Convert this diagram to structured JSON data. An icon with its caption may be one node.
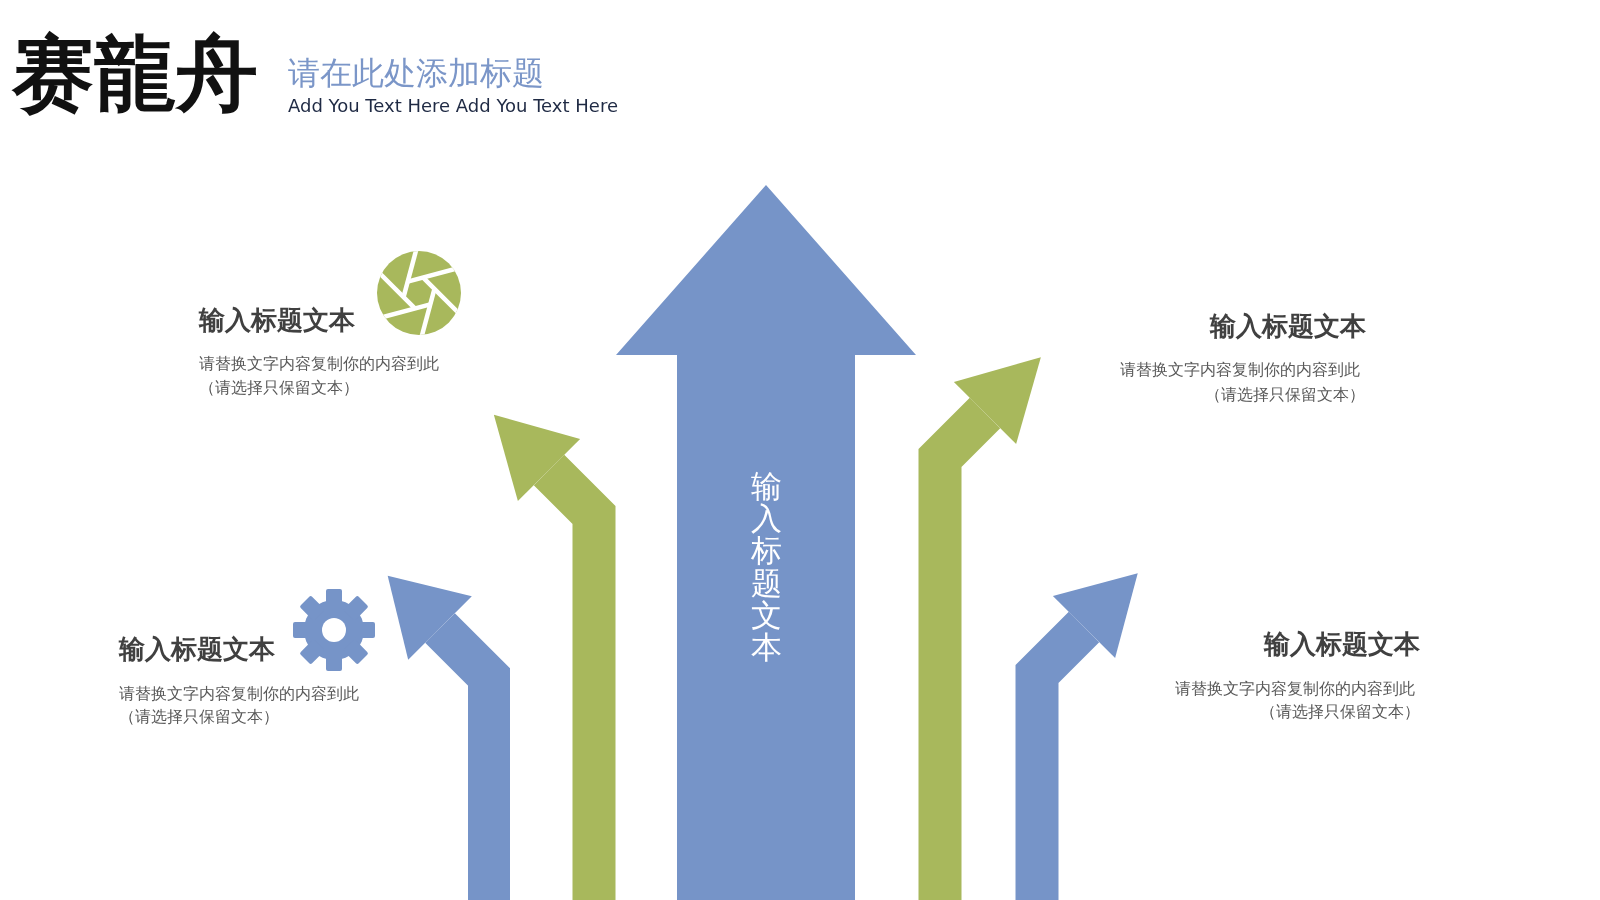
{
  "diagram": {
    "title": "请在此处添加标题",
    "nodes": [
      {
        "text": [
          "输入标题文本"
        ]
      },
      {
        "text": [],
        "shape": "arrow"
      },
      {
        "text": [],
        "shape": "arrow"
      },
      {
        "text": [],
        "shape": "arrow"
      },
      {
        "text": [],
        "shape": "arrow"
      }
    ],
    "labels": [
      "赛龍舟",
      "Add You Text Here Add You Text Here",
      "输入标题文本",
      "请替换文字内容复制你的内容到此",
      "（请选择只保留文本）",
      "输入标题文本",
      "请替换文字内容复制你的内容到此",
      "（请选择只保留文本）",
      "输入标题文本",
      "请替换文字内容复制你的内容到此",
      "（请选择只保留文本）",
      "输入标题文本",
      "请替换文字内容复制你的内容到此",
      "（请选择只保留文本）"
    ]
  }
}
